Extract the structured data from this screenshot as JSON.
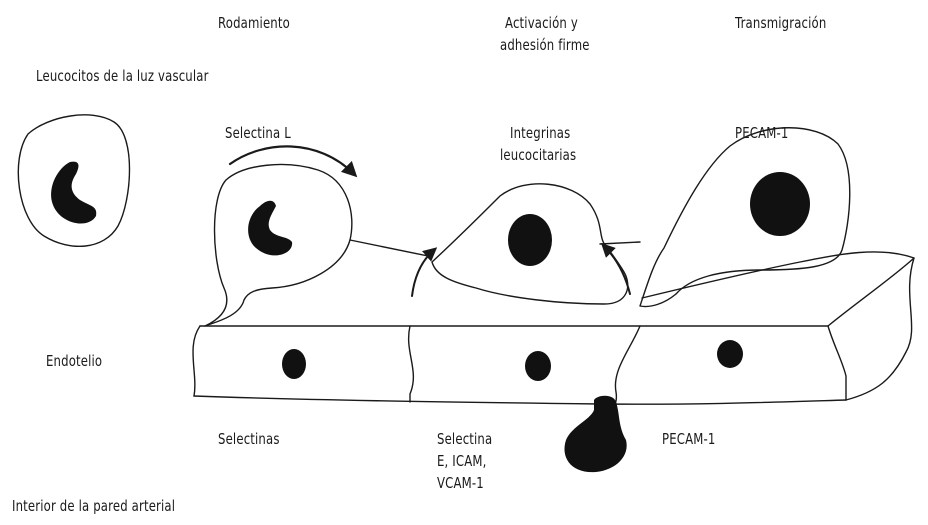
{
  "labels": {
    "luz_vascular": "Leucocitos de la luz vascular",
    "rodamiento": "Rodamiento",
    "activacion_l1": "Activación y",
    "activacion_l2": "adhesión firme",
    "transmigracion": "Transmigración",
    "selectina_l": "Selectina L",
    "integrinas_l1": "Integrinas",
    "integrinas_l2": "leucocitarias",
    "pecam_top": "PECAM-1",
    "endotelio": "Endotelio",
    "selectinas": "Selectinas",
    "selectina_e_l1": "Selectina",
    "selectina_e_l2": "E, ICAM,",
    "selectina_e_l3": "VCAM-1",
    "pecam_bottom": "PECAM-1",
    "interior": "Interior de la pared arterial"
  },
  "colors": {
    "ink": "#1a1a1a",
    "background": "#ffffff"
  }
}
